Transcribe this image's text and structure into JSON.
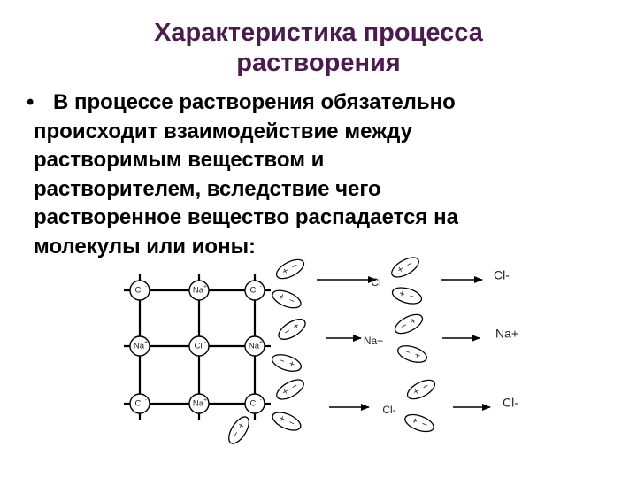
{
  "slide": {
    "title_lines": [
      "Характеристика процесса",
      "растворения"
    ],
    "bullet": {
      "marker": "•",
      "lines": [
        "В процессе растворения обязательно",
        "происходит взаимодействие между",
        "растворимым веществом и",
        "растворителем, вследствие чего",
        "растворенное вещество распадается на",
        "молекулы или ионы:"
      ]
    },
    "colors": {
      "title": "#4b1a4e",
      "text": "#000000"
    }
  },
  "figure": {
    "lattice": {
      "rows": [
        [
          "Cl",
          "Na",
          "Cl"
        ],
        [
          "Na",
          "Cl",
          "Na"
        ],
        [
          "Cl",
          "Na",
          "Cl"
        ]
      ],
      "charges": {
        "Cl": "-",
        "Na": "+"
      }
    },
    "dipole_signs": {
      "plus": "+",
      "minus": "−"
    },
    "stages": [
      {
        "middle_label": "Cl",
        "final_label": "Cl-"
      },
      {
        "middle_label": "Na+",
        "final_label": "Na+"
      },
      {
        "middle_label": "Cl-",
        "final_label": "Cl-"
      }
    ]
  }
}
